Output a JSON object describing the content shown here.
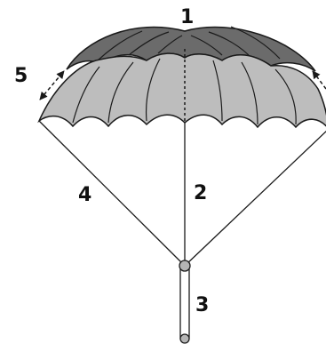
{
  "diagram": {
    "labels": {
      "canopy_top": "1",
      "center_line": "2",
      "stem": "3",
      "suspension_line": "4",
      "edge_arrow": "5"
    },
    "colors": {
      "outer_canopy": "#6b6b6b",
      "inner_canopy": "#bdbdbd",
      "line": "#1a1a1a",
      "knot": "#b5b5b5"
    }
  }
}
